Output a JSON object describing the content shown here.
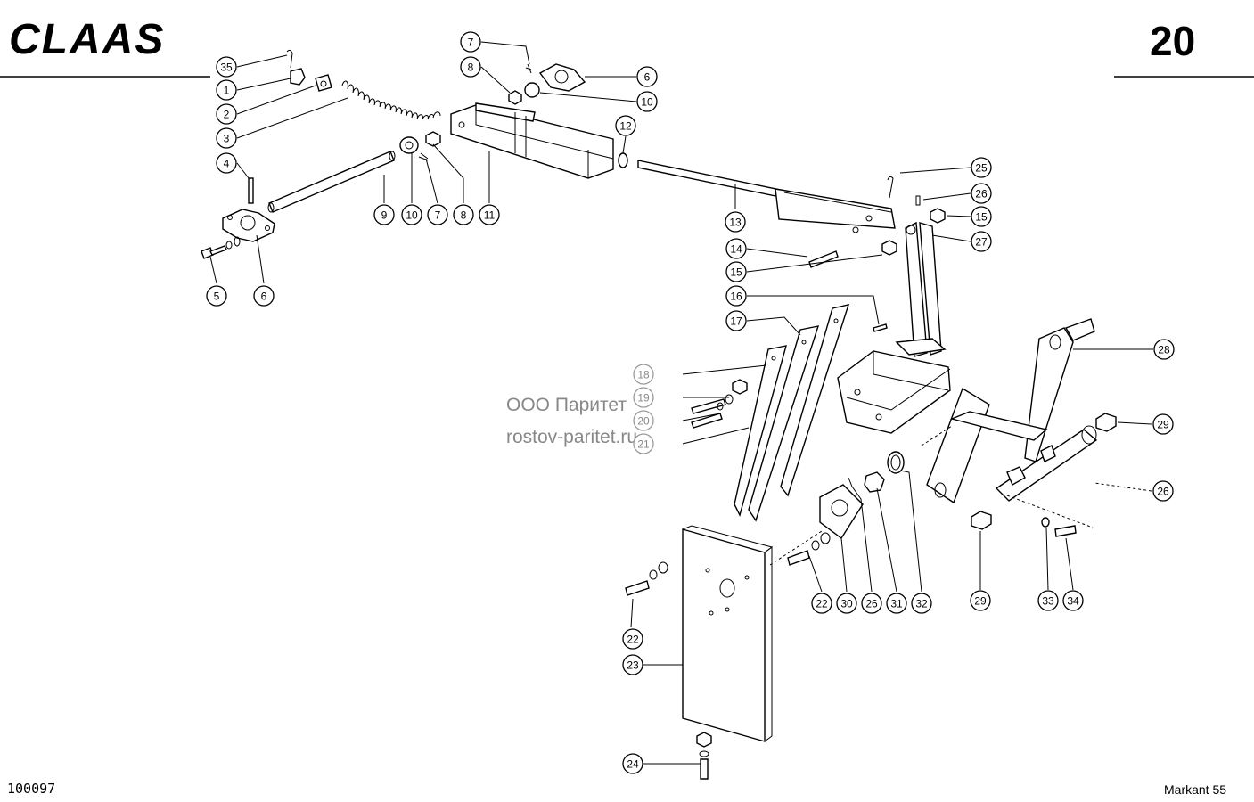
{
  "header": {
    "brand": "CLAAS",
    "page_number": "20"
  },
  "footer": {
    "document_id": "100097",
    "model": "Markant 55"
  },
  "watermark": {
    "line1": "ООО Паритет",
    "line2": "rostov-paritet.ru"
  },
  "callouts": [
    {
      "label": "35"
    },
    {
      "label": "1"
    },
    {
      "label": "2"
    },
    {
      "label": "3"
    },
    {
      "label": "4"
    },
    {
      "label": "5"
    },
    {
      "label": "6"
    },
    {
      "label": "9"
    },
    {
      "label": "10"
    },
    {
      "label": "7"
    },
    {
      "label": "8"
    },
    {
      "label": "11"
    },
    {
      "label": "7"
    },
    {
      "label": "8"
    },
    {
      "label": "6"
    },
    {
      "label": "10"
    },
    {
      "label": "12"
    },
    {
      "label": "25"
    },
    {
      "label": "26"
    },
    {
      "label": "15"
    },
    {
      "label": "27"
    },
    {
      "label": "13"
    },
    {
      "label": "14"
    },
    {
      "label": "15"
    },
    {
      "label": "16"
    },
    {
      "label": "17"
    },
    {
      "label": "28"
    },
    {
      "label": "18"
    },
    {
      "label": "19"
    },
    {
      "label": "20"
    },
    {
      "label": "21"
    },
    {
      "label": "29"
    },
    {
      "label": "26"
    },
    {
      "label": "22"
    },
    {
      "label": "30"
    },
    {
      "label": "26"
    },
    {
      "label": "31"
    },
    {
      "label": "32"
    },
    {
      "label": "29"
    },
    {
      "label": "33"
    },
    {
      "label": "34"
    },
    {
      "label": "22"
    },
    {
      "label": "23"
    },
    {
      "label": "24"
    }
  ]
}
